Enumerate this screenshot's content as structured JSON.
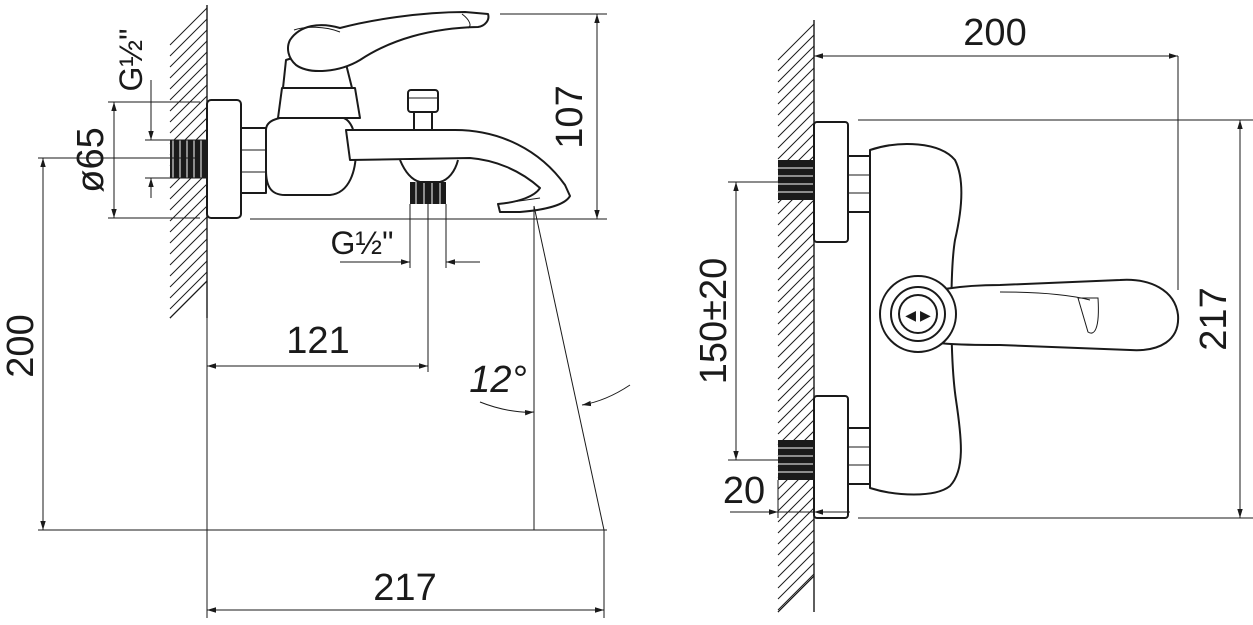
{
  "colors": {
    "line": "#1a1a1a",
    "background": "#ffffff"
  },
  "side_view": {
    "dim_thread_top": "G½\"",
    "dim_diameter": "ø65",
    "dim_height_spout": "107",
    "dim_thread_outlet": "G½\"",
    "dim_outlet_offset": "121",
    "dim_angle": "12°",
    "dim_wall_height": "200",
    "dim_total_length": "217"
  },
  "front_view": {
    "dim_width": "200",
    "dim_height": "217",
    "dim_centers": "150±20",
    "dim_wall_gap": "20"
  }
}
